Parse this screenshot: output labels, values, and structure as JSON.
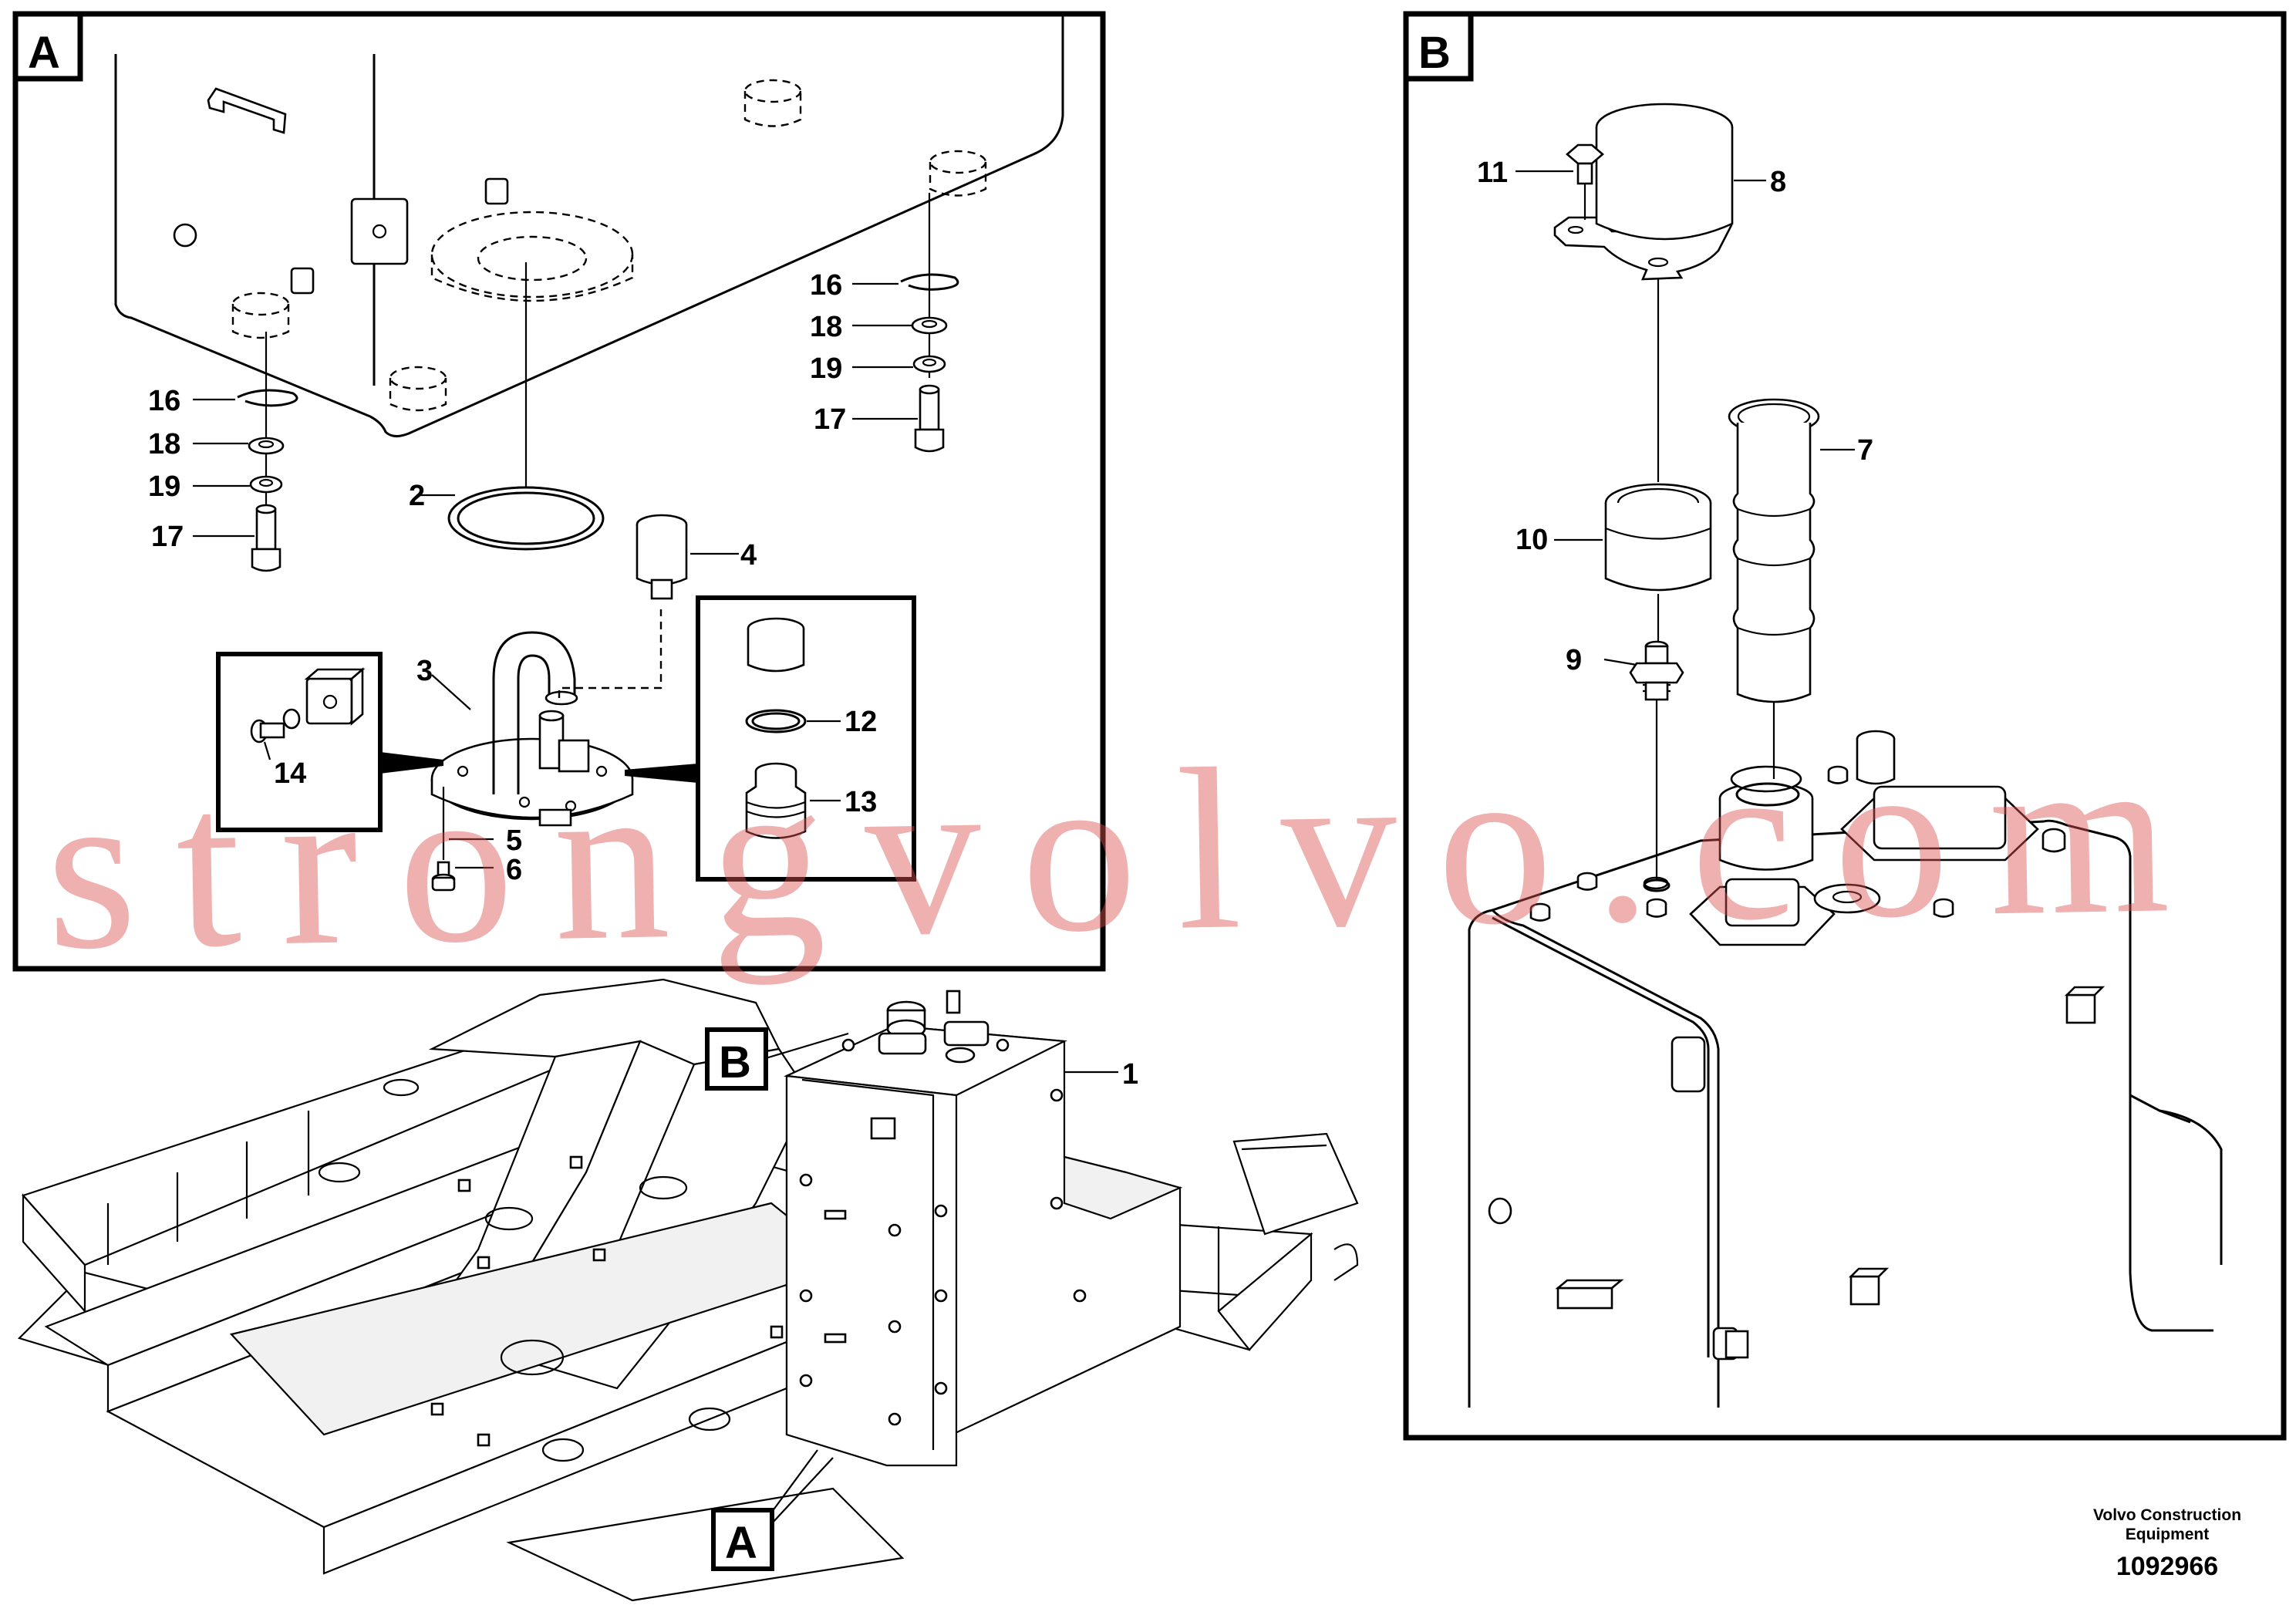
{
  "panels": {
    "A": {
      "label": "A"
    },
    "B": {
      "label": "B"
    }
  },
  "frame_markers": {
    "A": "A",
    "B": "B"
  },
  "callouts": {
    "p1": "1",
    "p2": "2",
    "p3": "3",
    "p4": "4",
    "p5": "5",
    "p6": "6",
    "p7": "7",
    "p8": "8",
    "p9": "9",
    "p10": "10",
    "p11": "11",
    "p12": "12",
    "p13": "13",
    "p14": "14",
    "p16a": "16",
    "p16b": "16",
    "p17a": "17",
    "p17b": "17",
    "p18a": "18",
    "p18b": "18",
    "p19a": "19",
    "p19b": "19"
  },
  "footer": {
    "brand_line1": "Volvo Construction",
    "brand_line2": "Equipment",
    "drawing_number": "1092966"
  },
  "watermark": "strongvolvo.com",
  "colors": {
    "line": "#000000",
    "watermark": "#dc5050"
  }
}
